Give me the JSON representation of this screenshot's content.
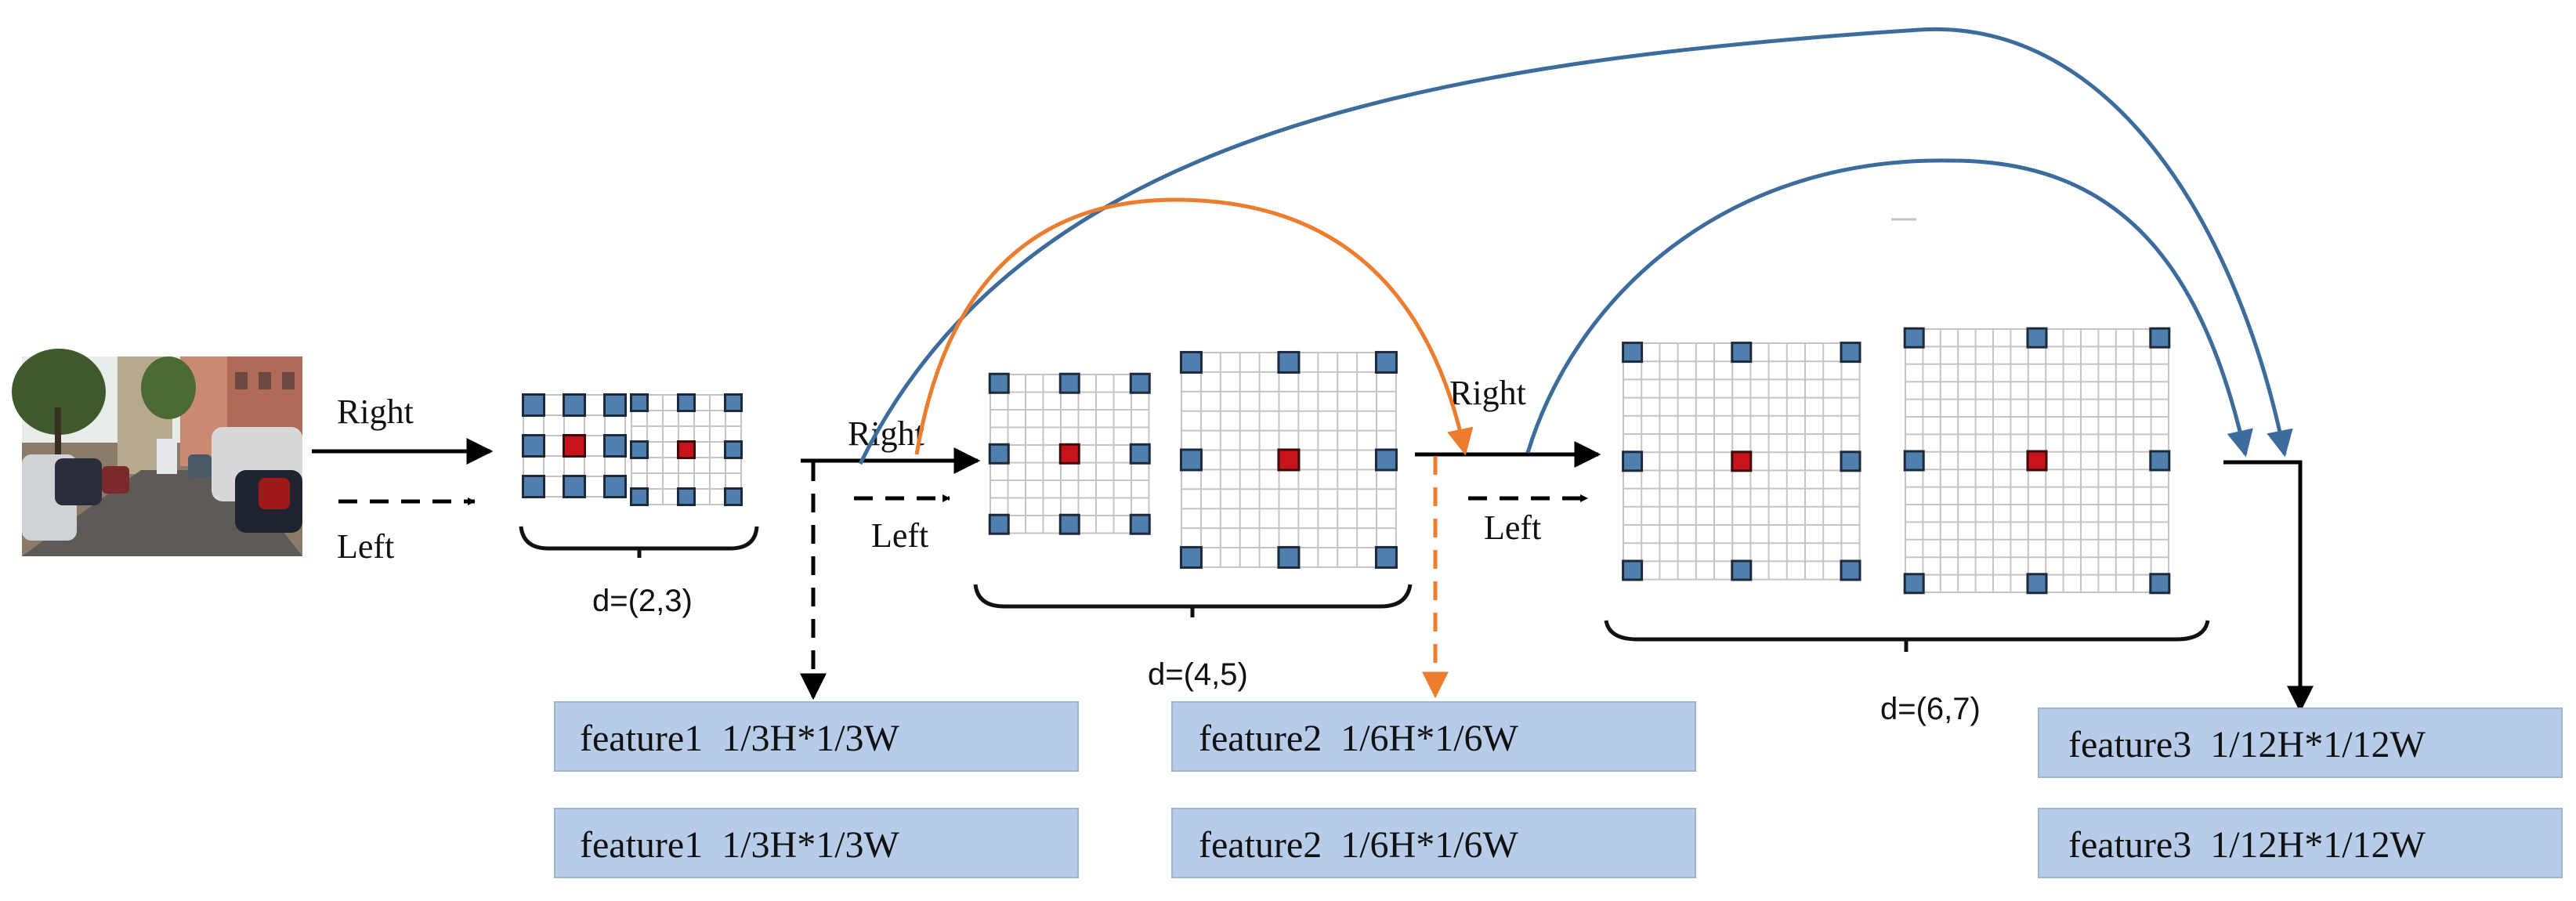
{
  "colors": {
    "blue_curve": "#3c6c9c",
    "orange_curve": "#ec7d2f",
    "grid_dot": "#4f7fae",
    "center_dot": "#c8131b",
    "feature_box": "#b7cce8"
  },
  "labels": {
    "right1": "Right",
    "left1": "Left",
    "right2": "Right",
    "left2": "Left",
    "right3": "Right",
    "left3": "Left"
  },
  "dilations": {
    "d1": "d=(2,3)",
    "d2": "d=(4,5)",
    "d3": "d=(6,7)"
  },
  "features": {
    "f1_top": "feature1  1/3H*1/3W",
    "f1_bottom": "feature1  1/3H*1/3W",
    "f2_top": "feature2  1/6H*1/6W",
    "f2_bottom": "feature2  1/6H*1/6W",
    "f3_top": "feature3  1/12H*1/12W",
    "f3_bottom": "feature3  1/12H*1/12W"
  }
}
